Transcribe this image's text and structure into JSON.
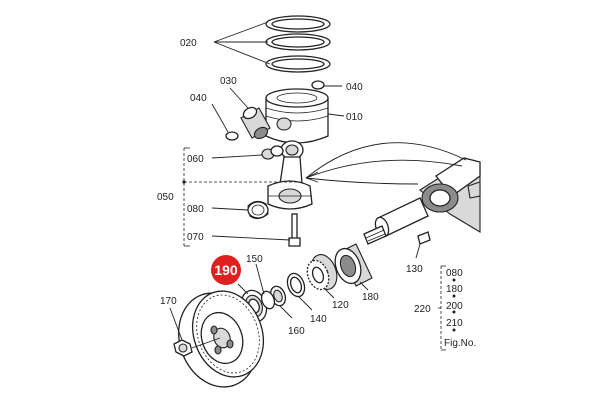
{
  "labels": {
    "p010": "010",
    "p020": "020",
    "p030": "030",
    "p040a": "040",
    "p040b": "040",
    "p050": "050",
    "p060": "060",
    "p070": "070",
    "p080": "080",
    "p120": "120",
    "p130": "130",
    "p140": "140",
    "p150": "150",
    "p160": "160",
    "p170": "170",
    "p180": "180",
    "p190": "190",
    "p220": "220"
  },
  "fig_legend": {
    "numbers": [
      "080",
      "180",
      "200",
      "210"
    ],
    "caption": "Fig.No."
  },
  "colors": {
    "highlight": "#e02020",
    "line": "#222222"
  }
}
